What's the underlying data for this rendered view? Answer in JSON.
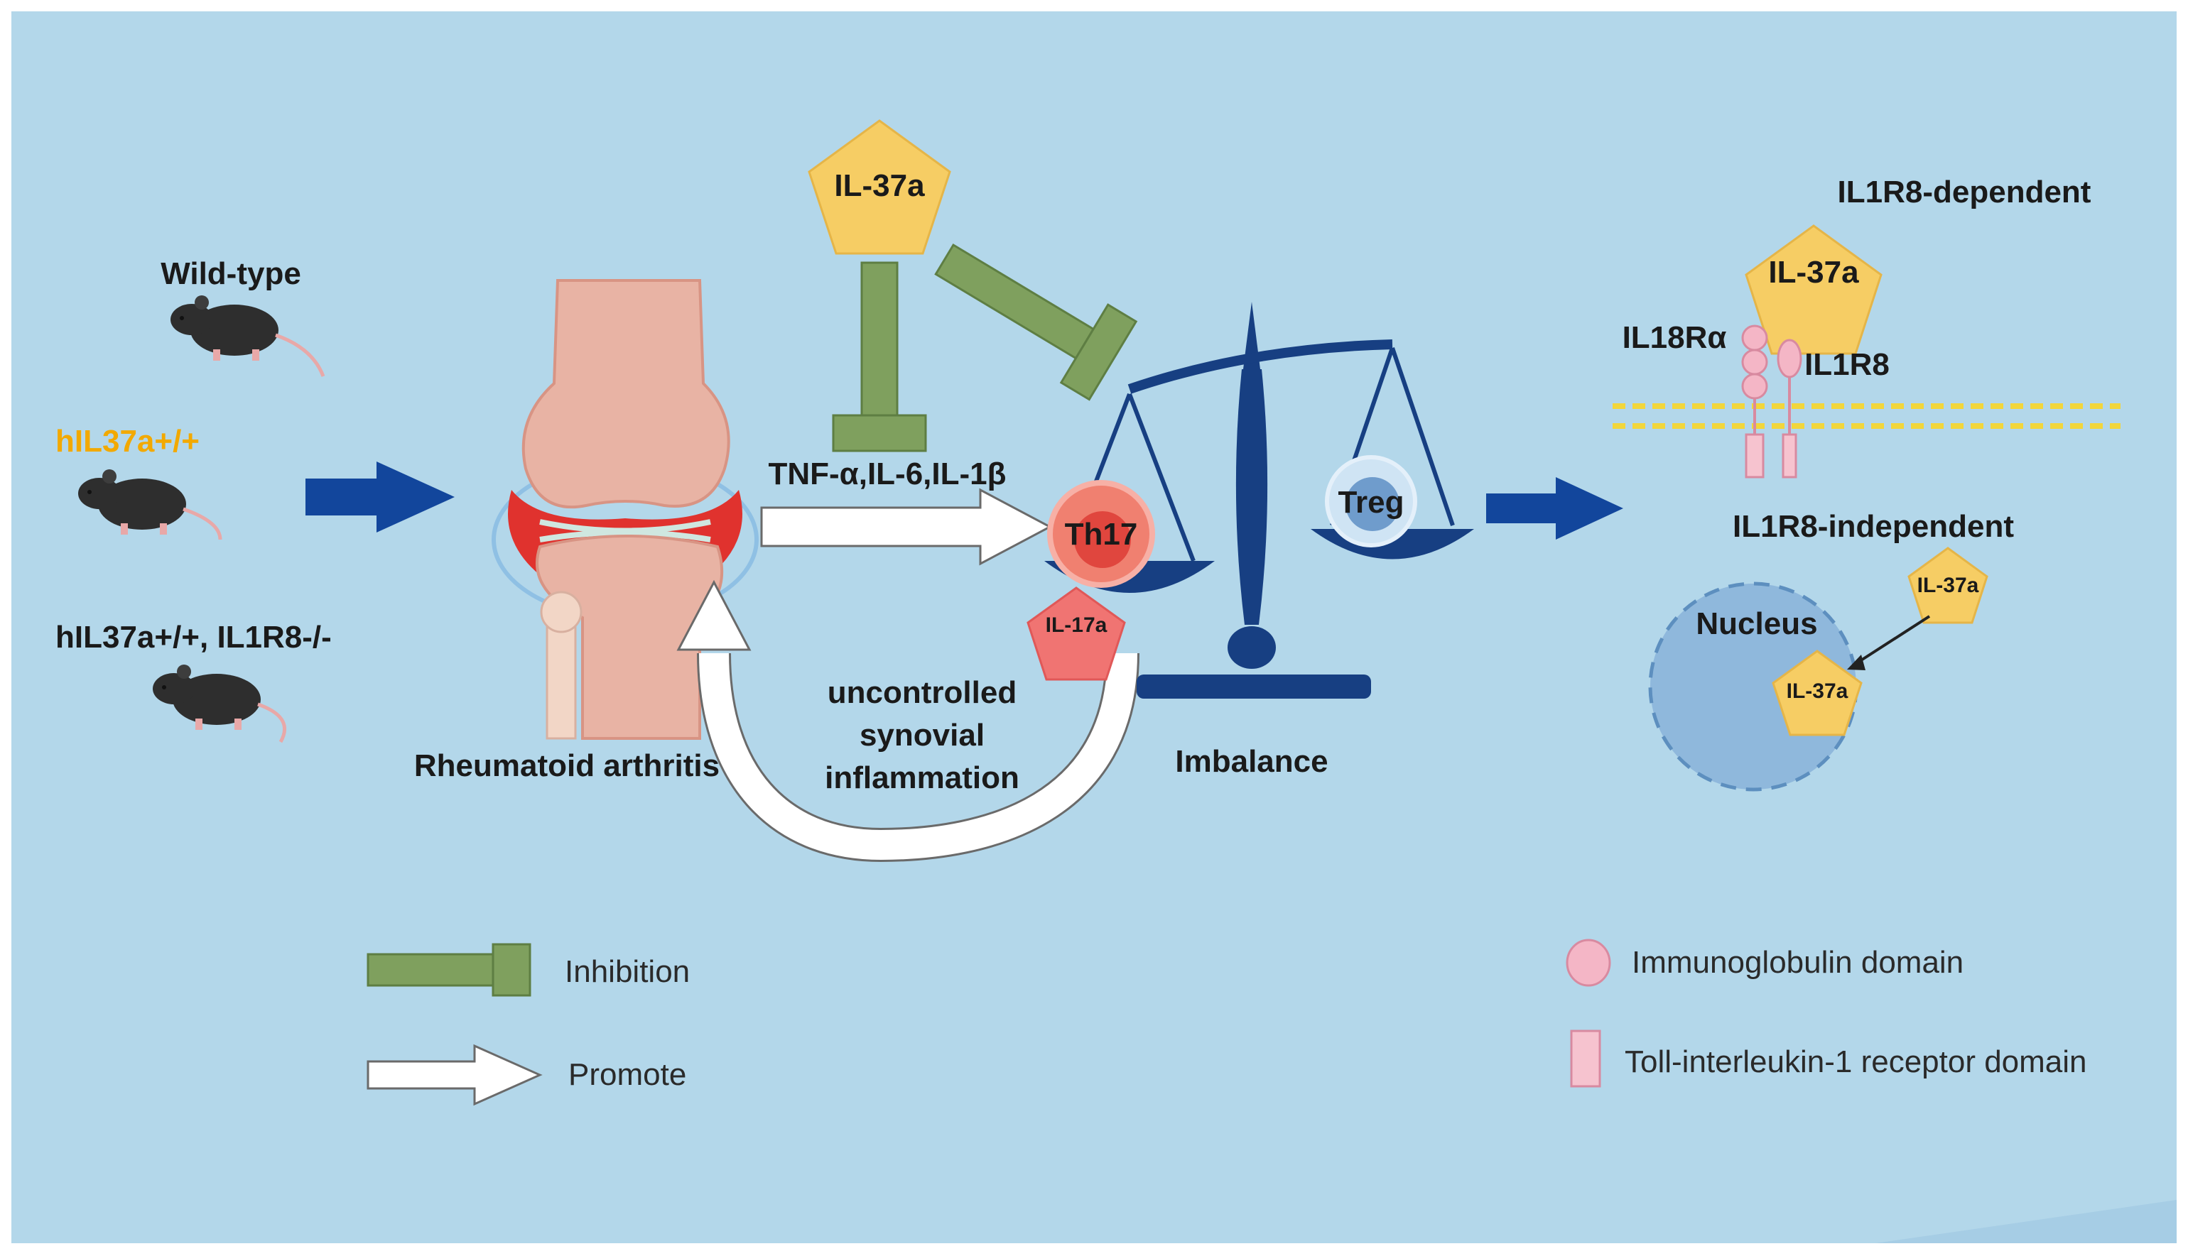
{
  "colors": {
    "background": "#b3d7ea",
    "inhibition": "#7fa05e",
    "promote": "#ffffff",
    "pentagon": "#f6cd64",
    "scale": "#173f82",
    "arrow_blue": "#12469c",
    "th17": "#f08070",
    "il17a": "#f07472",
    "treg": "#8fb7de",
    "ig_domain": "#f4b6c6",
    "tir_domain": "#f6c3cf",
    "membrane": "#f2d63b",
    "nucleus": "#8fb8dc",
    "mouse_label_highlight": "#f2a900"
  },
  "mice": {
    "wild_type": "Wild-type",
    "hil37a": "hIL37a+/+",
    "hil37a_il1r8": "hIL37a+/+,  IL1R8-/-"
  },
  "joint": {
    "label": "Rheumatoid arthritis"
  },
  "center": {
    "il37a": "IL-37a",
    "cytokines": "TNF-α,IL-6,IL-1β",
    "feedback": [
      "uncontrolled",
      "synovial",
      "inflammation"
    ],
    "th17": "Th17",
    "il17a": "IL-17a",
    "treg": "Treg",
    "imbalance": "Imbalance"
  },
  "right": {
    "dependent": "IL1R8-dependent",
    "il37a": "IL-37a",
    "il18ra": "IL18Rα",
    "il1r8": "IL1R8",
    "independent": "IL1R8-independent",
    "nucleus": "Nucleus",
    "il37a_outside": "IL-37a",
    "il37a_inside": "IL-37a"
  },
  "legend": {
    "inhibition": "Inhibition",
    "promote": "Promote",
    "ig_domain": "Immunoglobulin domain",
    "tir_domain": "Toll-interleukin-1 receptor domain"
  }
}
